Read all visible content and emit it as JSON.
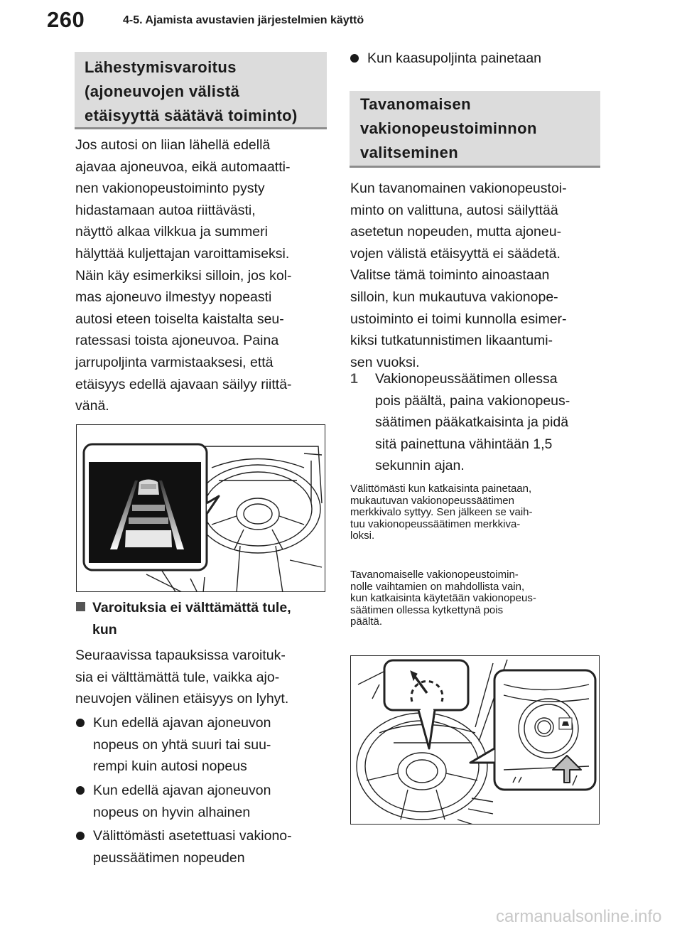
{
  "header": {
    "page_number": "260",
    "section_title": "4-5. Ajamista avustavien järjestelmien käyttö"
  },
  "left": {
    "heading_lines": [
      "Lähestymisvaroitus",
      "(ajoneuvojen välistä",
      "etäisyyttä säätävä toiminto)"
    ],
    "para1": [
      "Jos autosi on liian lähellä edellä",
      "ajavaa ajoneuvoa, eikä automaatti-",
      "nen vakionopeustoiminto pysty",
      "hidastamaan autoa riittävästi,",
      "näyttö alkaa vilkkua ja summeri",
      "hälyttää kuljettajan varoittamiseksi.",
      "Näin käy esimerkiksi silloin, jos kol-",
      "mas ajoneuvo ilmestyy nopeasti",
      "autosi eteen toiselta kaistalta seu-",
      "ratessasi toista ajoneuvoa. Paina",
      "jarrupoljinta varmistaaksesi, että",
      "etäisyys edellä ajavaan säilyy riittä-",
      "vänä."
    ],
    "subheading_lines": [
      "Varoituksia ei välttämättä tule,",
      "kun"
    ],
    "para2": [
      "Seuraavissa tapauksissa varoituk-",
      "sia ei välttämättä tule, vaikka ajo-",
      "neuvojen välinen etäisyys on lyhyt."
    ],
    "bullets": [
      [
        "Kun edellä ajavan ajoneuvon",
        "nopeus on yhtä suuri tai suu-",
        "rempi kuin autosi nopeus"
      ],
      [
        "Kun edellä ajavan ajoneuvon",
        "nopeus on hyvin alhainen"
      ],
      [
        "Välittömästi asetettuasi vakiono-",
        "peussäätimen nopeuden"
      ]
    ]
  },
  "right": {
    "bullet": "Kun kaasupoljinta painetaan",
    "heading_lines": [
      "Tavanomaisen",
      "vakionopeustoiminnon",
      "valitseminen"
    ],
    "para1": [
      "Kun tavanomainen vakionopeustoi-",
      "minto on valittuna, autosi säilyttää",
      "asetetun nopeuden, mutta ajoneu-",
      "vojen välistä etäisyyttä ei säädetä.",
      "Valitse tämä toiminto ainoastaan",
      "silloin, kun mukautuva vakionope-",
      "ustoiminto ei toimi kunnolla esimer-",
      "kiksi tutkatunnistimen likaantumi-",
      "sen vuoksi."
    ],
    "step": {
      "number": "1",
      "lines": [
        "Vakionopeussäätimen ollessa",
        "pois päältä, paina vakionopeus-",
        "säätimen pääkatkaisinta ja pidä",
        "sitä painettuna vähintään 1,5",
        "sekunnin ajan."
      ]
    },
    "note1": [
      "Välittömästi kun katkaisinta painetaan,",
      "mukautuvan vakionopeussäätimen",
      "merkkivalo syttyy. Sen jälkeen se vaih-",
      "tuu vakionopeussäätimen merkkiva-",
      "loksi."
    ],
    "note2": [
      "Tavanomaiselle vakionopeustoimin-",
      "nolle vaihtamien on mahdollista vain,",
      "kun katkaisinta käytetään vakionopeus-",
      "säätimen ollessa kytkettynä pois",
      "päältä."
    ]
  },
  "watermark": "carmanualsonline.info"
}
